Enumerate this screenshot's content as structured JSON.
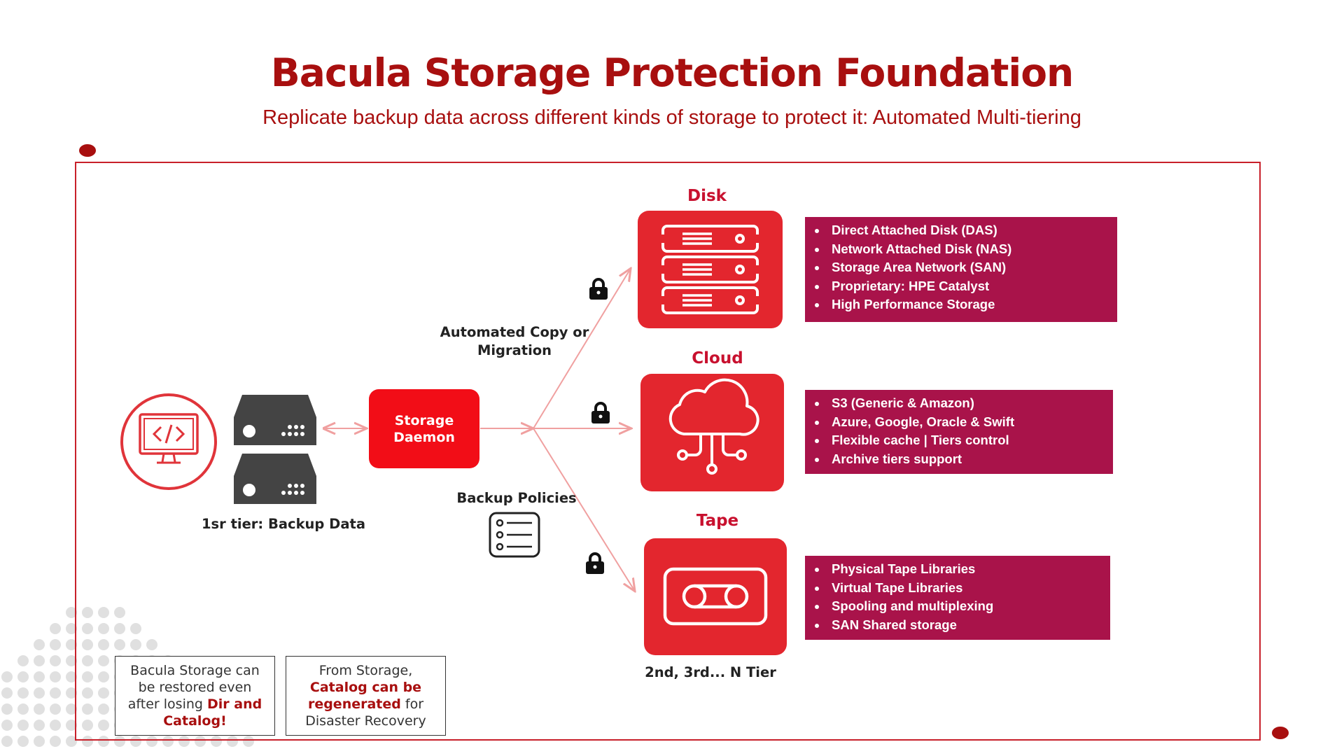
{
  "header": {
    "title": "Bacula Storage Protection Foundation",
    "subtitle": "Replicate backup data across different kinds of storage to protect it: Automated Multi-tiering"
  },
  "colors": {
    "brand_red": "#a80f0f",
    "tile_red": "#e3262e",
    "daemon_red": "#f20d17",
    "info_box": "#a9134a",
    "connector": "#f0a0a0"
  },
  "source": {
    "label": "1sr tier: Backup Data",
    "icons": [
      "monitor-code-icon",
      "server-icon"
    ]
  },
  "daemon": {
    "line1": "Storage",
    "line2": "Daemon"
  },
  "flow": {
    "copy_line1": "Automated Copy or",
    "copy_line2": "Migration",
    "policies_label": "Backup Policies",
    "tier_label": "2nd, 3rd... N Tier"
  },
  "tiers": [
    {
      "name": "Disk",
      "icon": "disk-rack-icon",
      "items": [
        "Direct Attached Disk (DAS)",
        "Network Attached Disk (NAS)",
        "Storage Area Network (SAN)",
        "Proprietary: HPE Catalyst",
        "High Performance Storage"
      ]
    },
    {
      "name": "Cloud",
      "icon": "cloud-icon",
      "items": [
        "S3 (Generic & Amazon)",
        "Azure, Google, Oracle & Swift",
        "Flexible cache | Tiers control",
        "Archive tiers support"
      ]
    },
    {
      "name": "Tape",
      "icon": "tape-icon",
      "items": [
        "Physical Tape Libraries",
        "Virtual Tape Libraries",
        "Spooling and multiplexing",
        "SAN Shared storage"
      ]
    }
  ],
  "notes": {
    "restore": {
      "t1": "Bacula Storage can",
      "t2": "be restored even",
      "t3": "after losing ",
      "h1": "Dir and",
      "h2": "Catalog!"
    },
    "catalog": {
      "t1": "From Storage,",
      "h1": "Catalog can be",
      "h2": "regenerated",
      "t2": " for",
      "t3": "Disaster Recovery"
    }
  }
}
